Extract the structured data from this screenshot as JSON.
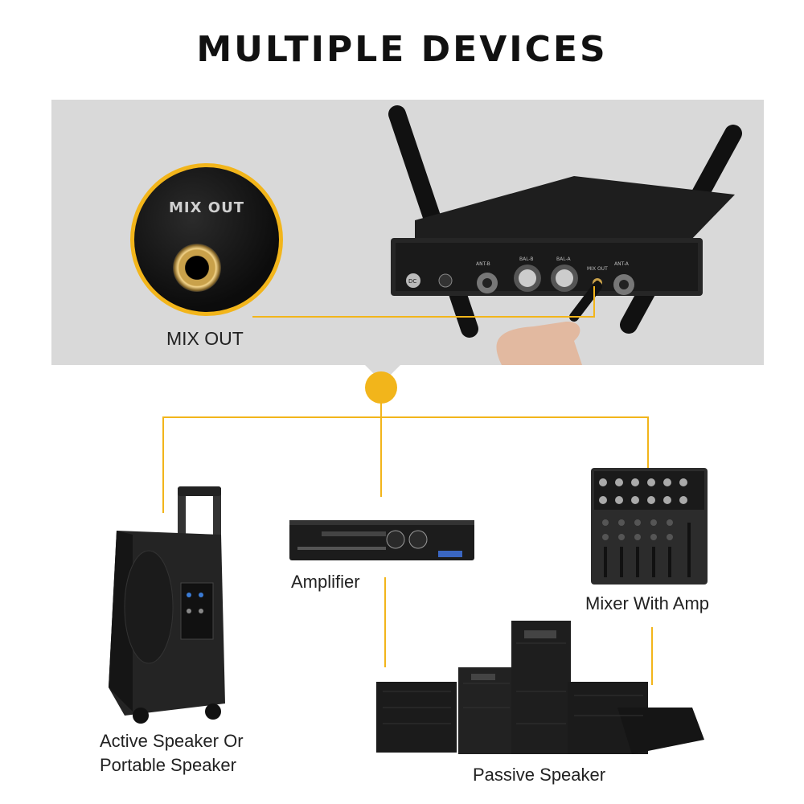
{
  "title": "MULTIPLE DEVICES",
  "zoom_label": "MIX OUT",
  "mixout_label": "MIX OUT",
  "receiver_labels": {
    "ant_b": "ANT-B",
    "bal_b": "BAL-B",
    "bal_a": "BAL-A",
    "mix_out": "MIX OUT",
    "ant_a": "ANT-A",
    "dc": "DC"
  },
  "devices": {
    "amplifier": "Amplifier",
    "mixer": "Mixer With Amp",
    "active_speaker_line1": "Active Speaker Or",
    "active_speaker_line2": "Portable Speaker",
    "passive_speaker": "Passive Speaker"
  },
  "colors": {
    "accent": "#f2b51b",
    "panel": "#d9d9d9",
    "device_body": "#1b1b1b"
  }
}
